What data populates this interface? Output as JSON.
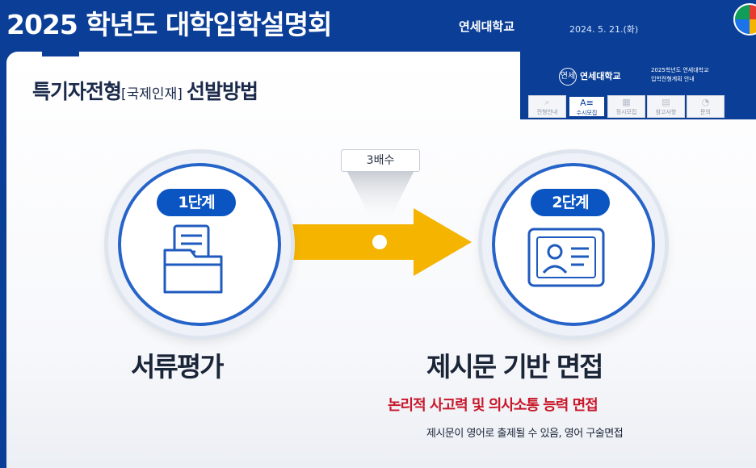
{
  "banner": {
    "title": "2025 학년도 대학입학설명회",
    "university": "연세대학교",
    "date": "2024. 5. 21.(화)"
  },
  "slide": {
    "title_main": "특기자전형",
    "title_bracket": "[국제인재]",
    "title_end": "선발방법",
    "stage1": {
      "label": "1단계",
      "caption": "서류평가",
      "icon": "document-folder-icon"
    },
    "stage2": {
      "label": "2단계",
      "caption": "제시문 기반 면접",
      "icon": "id-card-icon"
    },
    "ratio": "3배수",
    "stage2_emphasis": "논리적 사고력 및 의사소통 능력 면접",
    "stage2_note": "제시문이 영어로 출제될 수 있음, 영어 구술면접"
  },
  "thumbnail": {
    "emblem": "연세",
    "name": "연세대학교",
    "desc_line1": "2025학년도 연세대학교",
    "desc_line2": "입학전형계획 안내",
    "tabs": [
      {
        "icon": "search-icon",
        "glyph": "⌕",
        "label": "전형안내"
      },
      {
        "icon": "exam-icon",
        "glyph": "A≡",
        "label": "수시모집"
      },
      {
        "icon": "calendar-icon",
        "glyph": "▦",
        "label": "정시모집"
      },
      {
        "icon": "clipboard-icon",
        "glyph": "▤",
        "label": "참고사항"
      },
      {
        "icon": "chat-icon",
        "glyph": "◔",
        "label": "문의"
      }
    ]
  },
  "colors": {
    "primary": "#0b3f97",
    "accent": "#f4b400",
    "emphasis": "#c8172a"
  }
}
